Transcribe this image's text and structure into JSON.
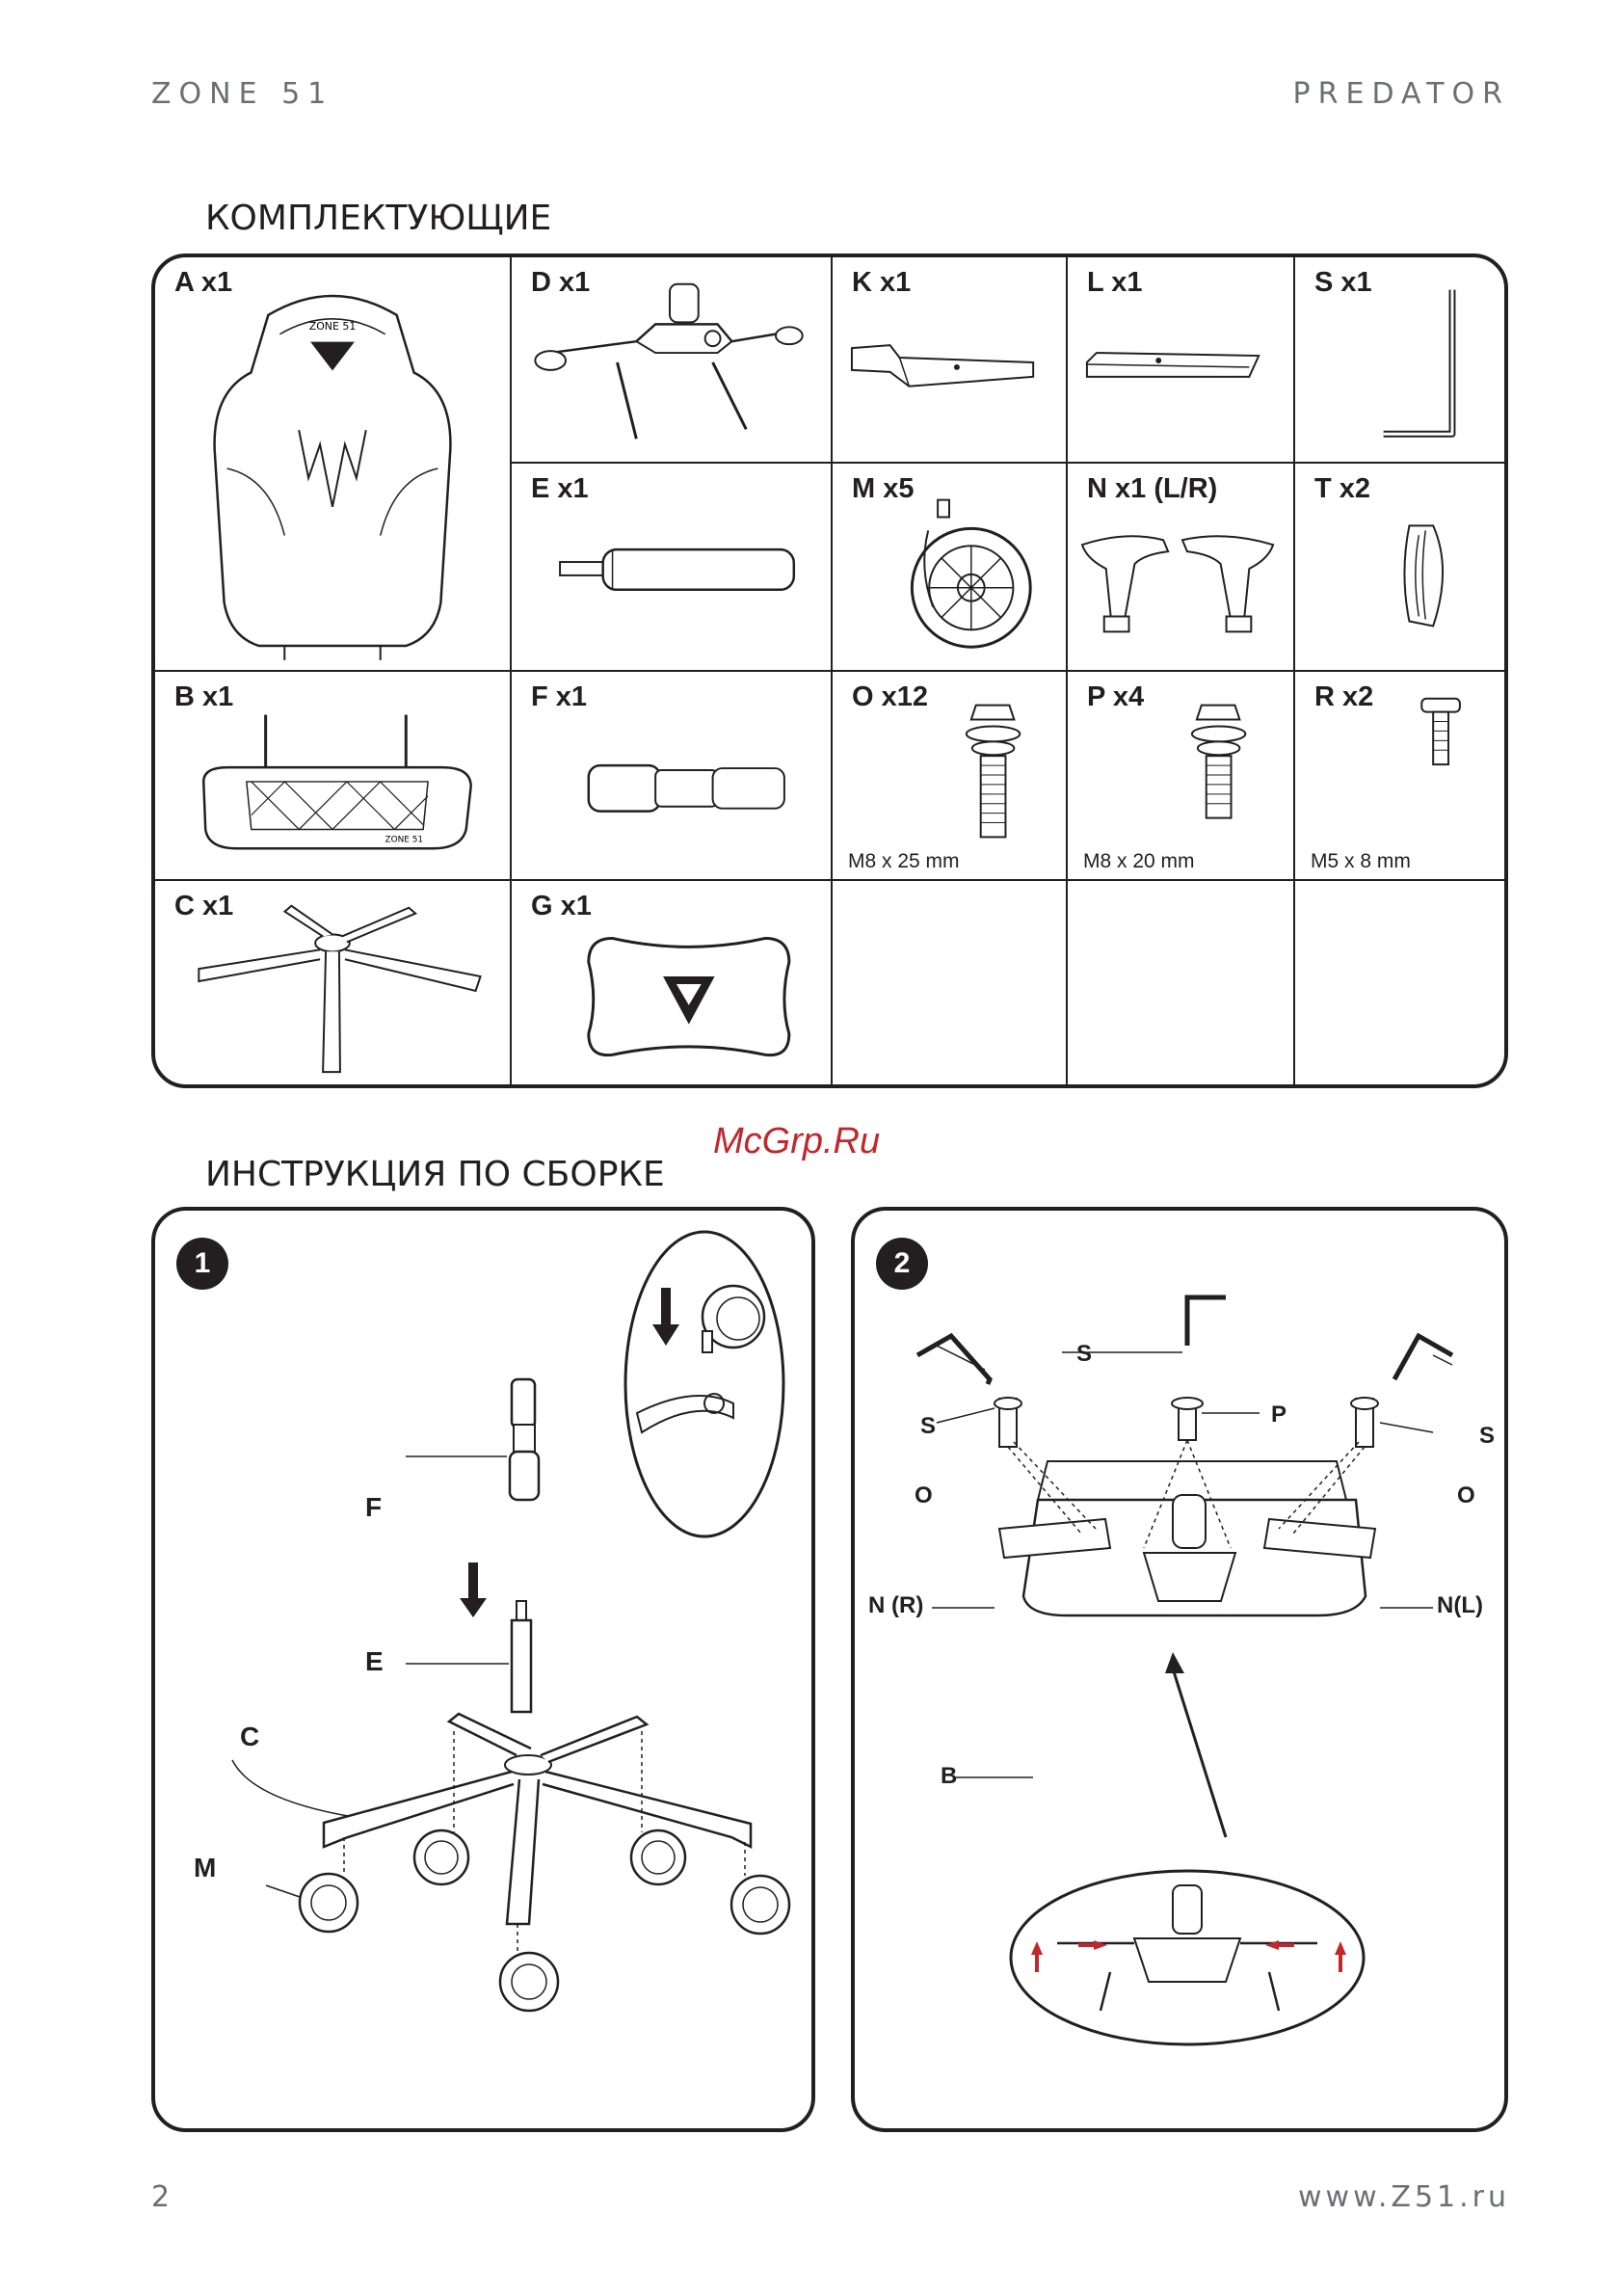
{
  "header": {
    "brand_left": "ZONE 51",
    "brand_right": "PREDATOR"
  },
  "parts": {
    "heading": "КОМПЛЕКТУЮЩИЕ",
    "items": {
      "A": {
        "label": "A x1"
      },
      "D": {
        "label": "D x1"
      },
      "K": {
        "label": "K x1"
      },
      "L": {
        "label": "L x1"
      },
      "S": {
        "label": "S x1"
      },
      "E": {
        "label": "E x1"
      },
      "M": {
        "label": "M x5"
      },
      "N": {
        "label": "N x1 (L/R)"
      },
      "T": {
        "label": "T x2"
      },
      "B": {
        "label": "B x1"
      },
      "F": {
        "label": "F x1"
      },
      "O": {
        "label": "O x12",
        "size": "M8 x 25 mm"
      },
      "P": {
        "label": "P x4",
        "size": "M8 x 20 mm"
      },
      "R": {
        "label": "R x2",
        "size": "M5 x 8 mm"
      },
      "C": {
        "label": "C x1"
      },
      "G": {
        "label": "G x1"
      }
    },
    "logo_text": "ZONE 51"
  },
  "watermark": "McGrp.Ru",
  "assembly": {
    "heading": "ИНСТРУКЦИЯ ПО СБОРКЕ",
    "step1": {
      "number": "1",
      "callouts": {
        "F": "F",
        "E": "E",
        "C": "C",
        "M": "M"
      }
    },
    "step2": {
      "number": "2",
      "callouts": {
        "S1": "S",
        "S2": "S",
        "S3": "S",
        "P": "P",
        "O1": "O",
        "O2": "O",
        "NR": "N (R)",
        "NL": "N(L)",
        "B": "B"
      }
    }
  },
  "footer": {
    "page_number": "2",
    "website": "www.Z51.ru"
  }
}
